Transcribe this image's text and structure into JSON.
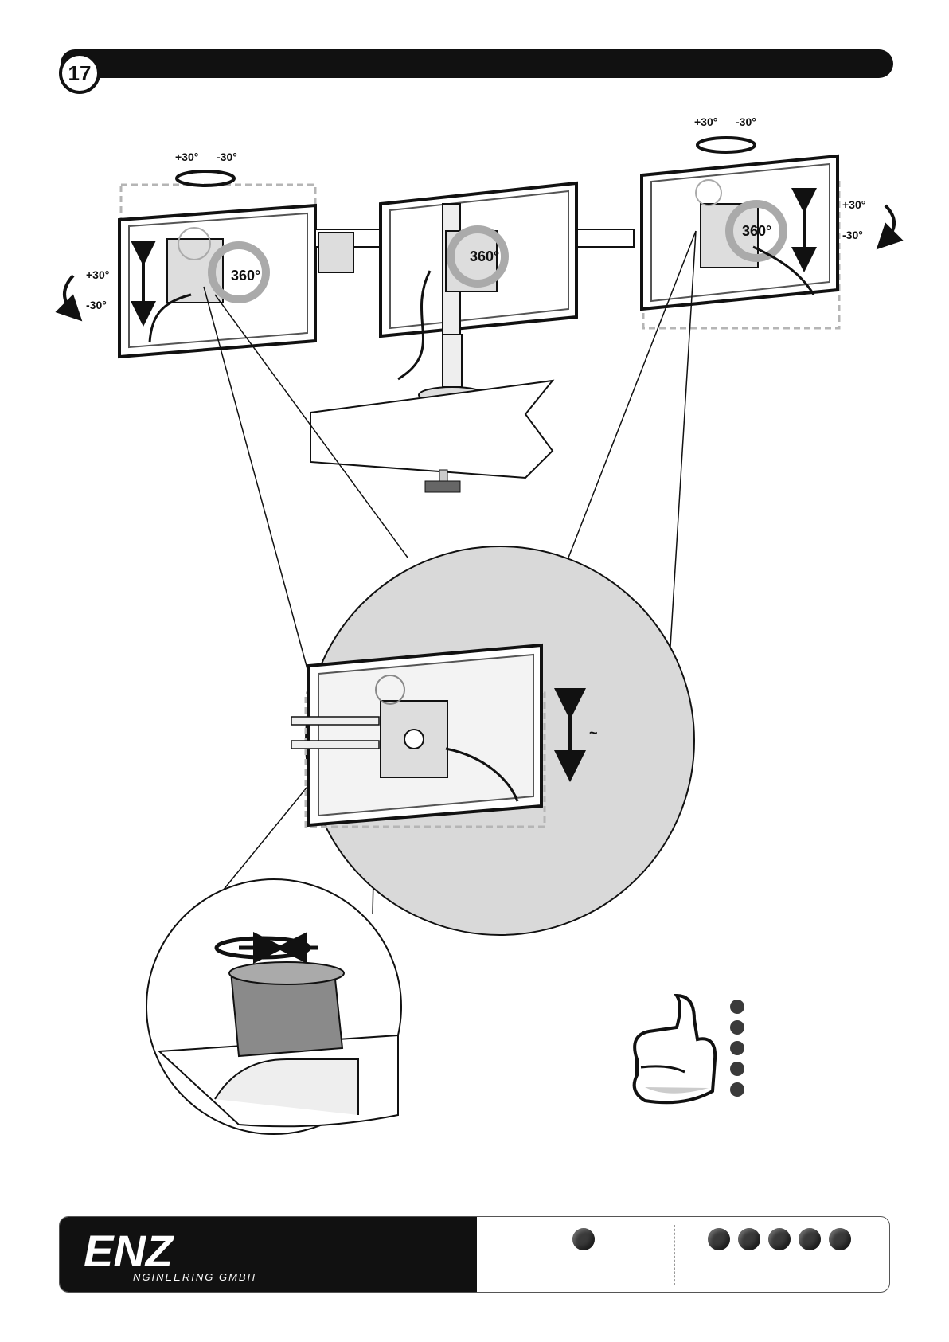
{
  "step": {
    "number": "17"
  },
  "labels": {
    "top_left_rot": {
      "plus": "+30°",
      "minus": "-30°"
    },
    "top_right_rot": {
      "plus": "+30°",
      "minus": "-30°"
    },
    "left_tilt": {
      "plus": "+30°",
      "minus": "-30°"
    },
    "right_tilt": {
      "plus": "+30°",
      "minus": "-30°"
    },
    "swivel_left": "360°",
    "swivel_center": "360°",
    "swivel_right": "360°",
    "height_adjust": "~"
  },
  "tip": {
    "bullet_count": 5
  },
  "footer": {
    "logo_main": "ENZ",
    "logo_sub": "NGINEERING GMBH",
    "single_dot_count": 1,
    "multi_dot_count": 5
  },
  "colors": {
    "primary": "#111111",
    "panel_gray": "#d9d9d9",
    "dash_gray": "#b5b5b5"
  }
}
